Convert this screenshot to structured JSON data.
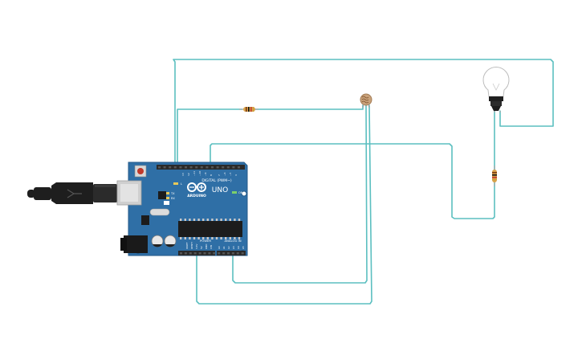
{
  "canvas": {
    "background": "#ffffff"
  },
  "colors": {
    "wire": "#5bbfc0",
    "board": "#2f6fa6",
    "board_dark": "#1f4f7d",
    "header": "#2a2a2a",
    "chip": "#1c1c1c",
    "usb_metal": "#c8c8c8",
    "cable": "#1e1e1e",
    "resistor_body": "#d9a24b",
    "ldr_body": "#c9a27a"
  },
  "board": {
    "logo_text": "ARDUINO",
    "model_text": "UNO",
    "digital_label": "DIGITAL (PWM~)",
    "power_label": "POWER",
    "analog_label": "ANALOG IN",
    "tx_label": "TX",
    "rx_label": "RX",
    "l_label": "L",
    "on_label": "ON"
  },
  "components": {
    "usb_cable": {
      "icon": "usb-cable-icon"
    },
    "lamp": {
      "icon": "light-bulb-icon"
    },
    "resistor_top": {
      "icon": "resistor-icon"
    },
    "resistor_right": {
      "icon": "resistor-icon"
    },
    "photoresistor": {
      "icon": "photoresistor-icon"
    }
  }
}
